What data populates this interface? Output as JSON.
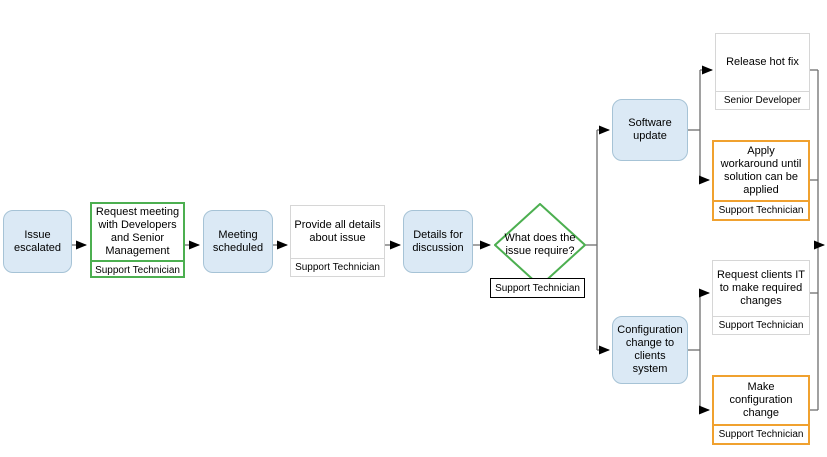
{
  "nodes": {
    "issue_escalated": {
      "label": "Issue escalated"
    },
    "request_meeting": {
      "label": "Request meeting with Developers and Senior Management",
      "role": "Support Technician"
    },
    "meeting_scheduled": {
      "label": "Meeting scheduled"
    },
    "provide_details": {
      "label": "Provide all details about issue",
      "role": "Support Technician"
    },
    "details_discussion": {
      "label": "Details for discussion"
    },
    "decision": {
      "label": "What does the issue require?",
      "role": "Support Technician"
    },
    "software_update": {
      "label": "Software update"
    },
    "release_hotfix": {
      "label": "Release hot fix",
      "role": "Senior Developer"
    },
    "apply_workaround": {
      "label": "Apply workaround until solution can be applied",
      "role": "Support Technician"
    },
    "config_change": {
      "label": "Configuration change to clients system"
    },
    "request_clients_it": {
      "label": "Request clients IT to make required changes",
      "role": "Support Technician"
    },
    "make_config_change": {
      "label": "Make configuration change",
      "role": "Support Technician"
    }
  },
  "colors": {
    "state_fill": "#dbe9f5",
    "state_border": "#a6c3d6",
    "green_border": "#4caf50",
    "orange_border": "#f0a12f",
    "task_border": "#d6d6d6",
    "decision_label_border": "#000000",
    "connector_line": "#6e6e6e",
    "arrowhead": "#000000"
  }
}
